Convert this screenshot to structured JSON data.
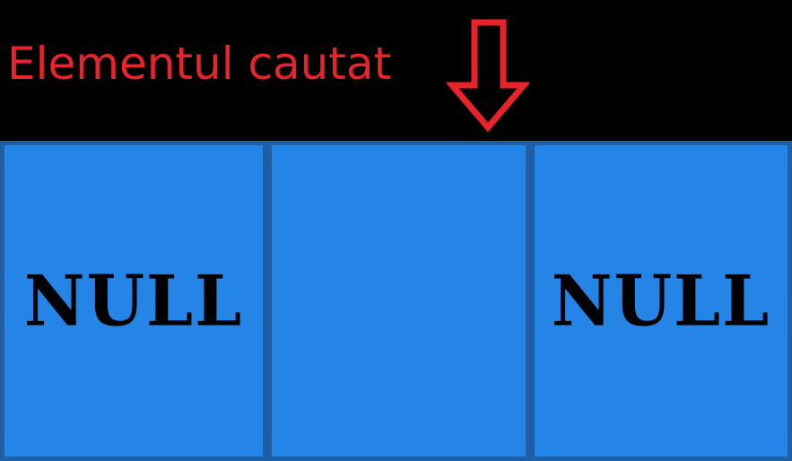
{
  "title": "Elementul cautat",
  "colors": {
    "background": "#000000",
    "label": "#e8242a",
    "arrow": "#e8242a",
    "cell_fill": "#2585e6",
    "cell_border": "#1f5fa6",
    "cell_text": "#000000"
  },
  "arrow": {
    "icon": "down-arrow-icon",
    "points_to_cell": 1
  },
  "cells": [
    {
      "label": "NULL"
    },
    {
      "label": ""
    },
    {
      "label": "NULL"
    }
  ]
}
